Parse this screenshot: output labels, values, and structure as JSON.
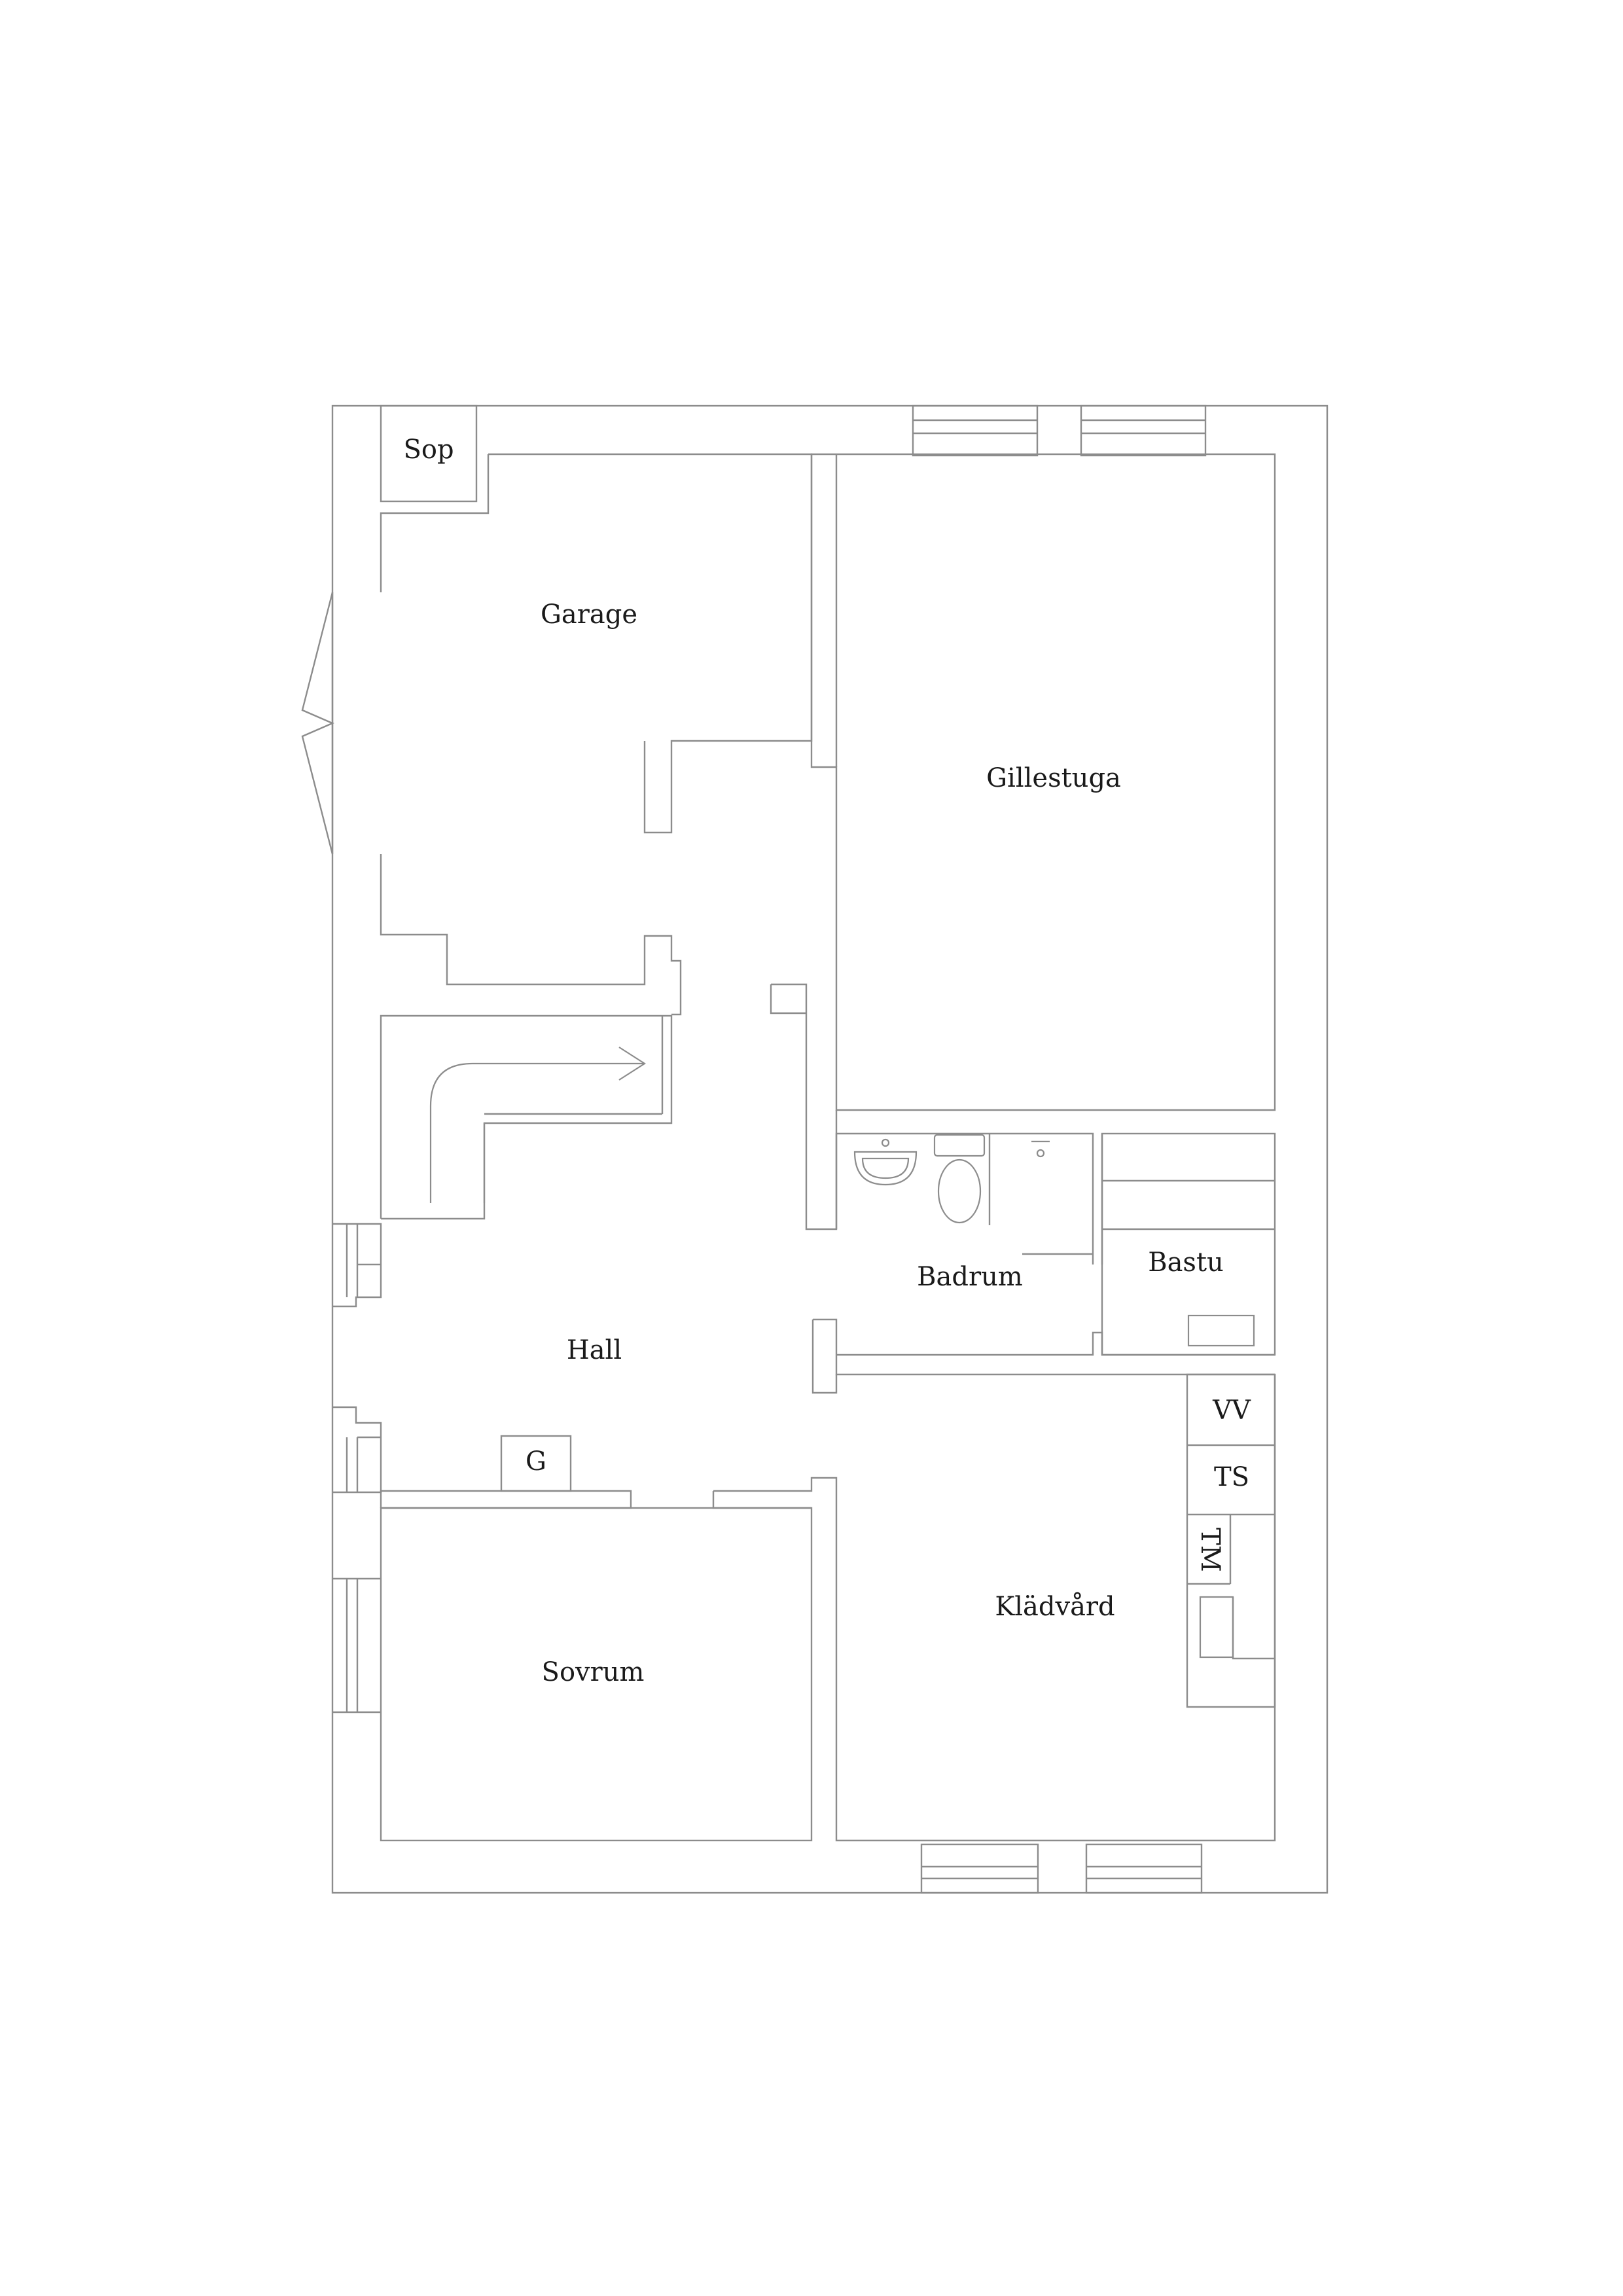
{
  "rooms": {
    "sop": "Sop",
    "garage": "Garage",
    "gillestuga": "Gillestuga",
    "hall": "Hall",
    "badrum": "Badrum",
    "bastu": "Bastu",
    "vv": "VV",
    "ts": "TS",
    "tm": "TM",
    "g": "G",
    "kladvard": "Klädvård",
    "sovrum": "Sovrum"
  },
  "colors": {
    "line": "#8c8c8c",
    "text": "#1a1a1a",
    "background": "#ffffff"
  }
}
